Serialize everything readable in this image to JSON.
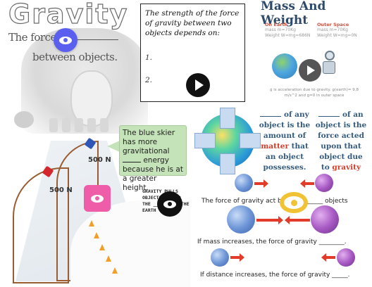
{
  "gravity_panel": {
    "title": "Gravity",
    "line1": "The force of",
    "line2": "between objects."
  },
  "notes_panel": {
    "question": "The strength of the force of gravity between two objects depends on:",
    "item1": "1.",
    "item2": "2."
  },
  "mass_weight": {
    "title": "Mass And Weight",
    "on_earth_heading": "On Earth",
    "on_earth_line1": "mass m=70Kg",
    "on_earth_line2": "Weight W=mg=686N",
    "outer_space_heading": "Outer Space",
    "outer_space_line1": "mass m=70Kg",
    "outer_space_line2": "Weight W=mg=0N",
    "footnote": "g is acceleration due to gravity. g(earth)= 9.8 m/s^2 and g=0 in outer space"
  },
  "mass_definition": {
    "left": {
      "pre": "of any object is the amount of",
      "red": "matter",
      "post": "that an object possesses."
    },
    "right": {
      "pre": "of an object is the force acted upon that object due to",
      "red": "gravity"
    }
  },
  "skier_callout": {
    "line1": "The blue skier has more gravitational",
    "line2": "energy because he is at a greater height."
  },
  "ski_labels": {
    "upper_force": "500 N",
    "lower_force": "500 N"
  },
  "gravity_pulls": {
    "text": "GRAVITY PULLS OBJECTS TOWARD THE ______ OF THE EARTH"
  },
  "ball_captions": {
    "caption1": "The force of gravity act   between _____ objects",
    "caption2": "If mass increases, the force of gravity ________.",
    "caption3": "If distance increases, the force of gravity _____."
  },
  "colors": {
    "eye_button_blue": "#5b5ff0",
    "eye_button_pink": "#ef5da8",
    "callout_green": "#c5e3b8",
    "text_red": "#d43e2a",
    "ring_yellow": "#f1c233"
  },
  "icons": {
    "reveal": "eye-icon",
    "media": "play-icon"
  }
}
